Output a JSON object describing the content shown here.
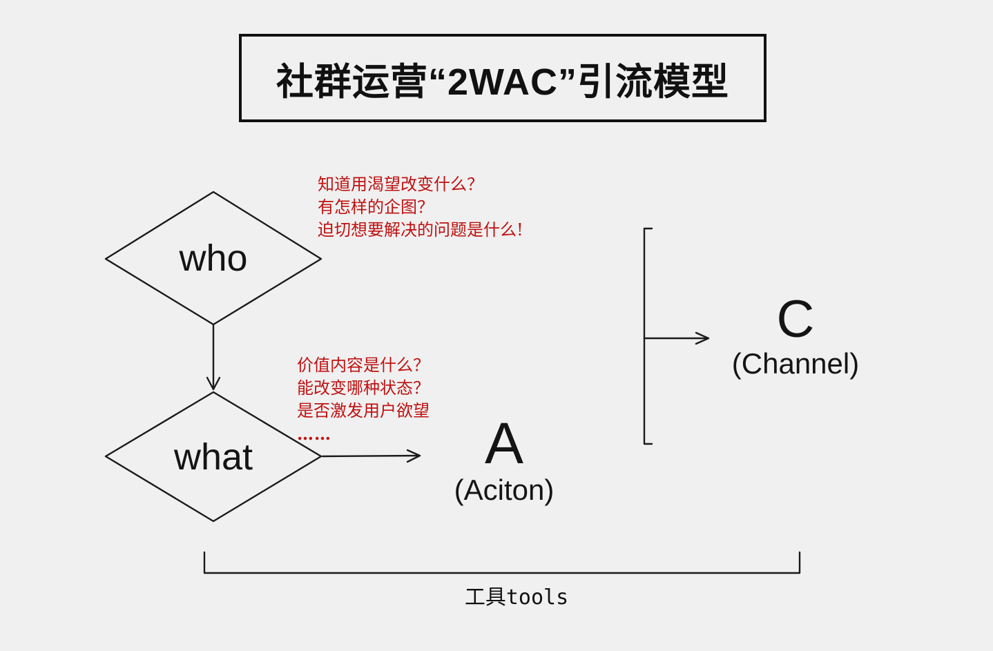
{
  "title": {
    "text": "社群运营“2WAC”引流模型"
  },
  "diagram": {
    "who": {
      "label": "who"
    },
    "what": {
      "label": "what"
    },
    "action": {
      "letter": "A",
      "caption": "(Aciton)"
    },
    "channel": {
      "letter": "C",
      "caption": "(Channel)"
    },
    "tools": {
      "label": "工具tools"
    }
  },
  "annotations": {
    "who_notes": {
      "lines": [
        "知道用渴望改变什么？",
        "有怎样的企图？",
        "迫切想要解决的问题是什么!"
      ]
    },
    "what_notes": {
      "lines": [
        "价值内容是什么？",
        "能改变哪种状态？",
        "是否激发用户欲望",
        "……"
      ]
    }
  },
  "colors": {
    "background": "#f0f0f0",
    "ink": "#1a1a1a",
    "annotation_red": "#c01111"
  }
}
